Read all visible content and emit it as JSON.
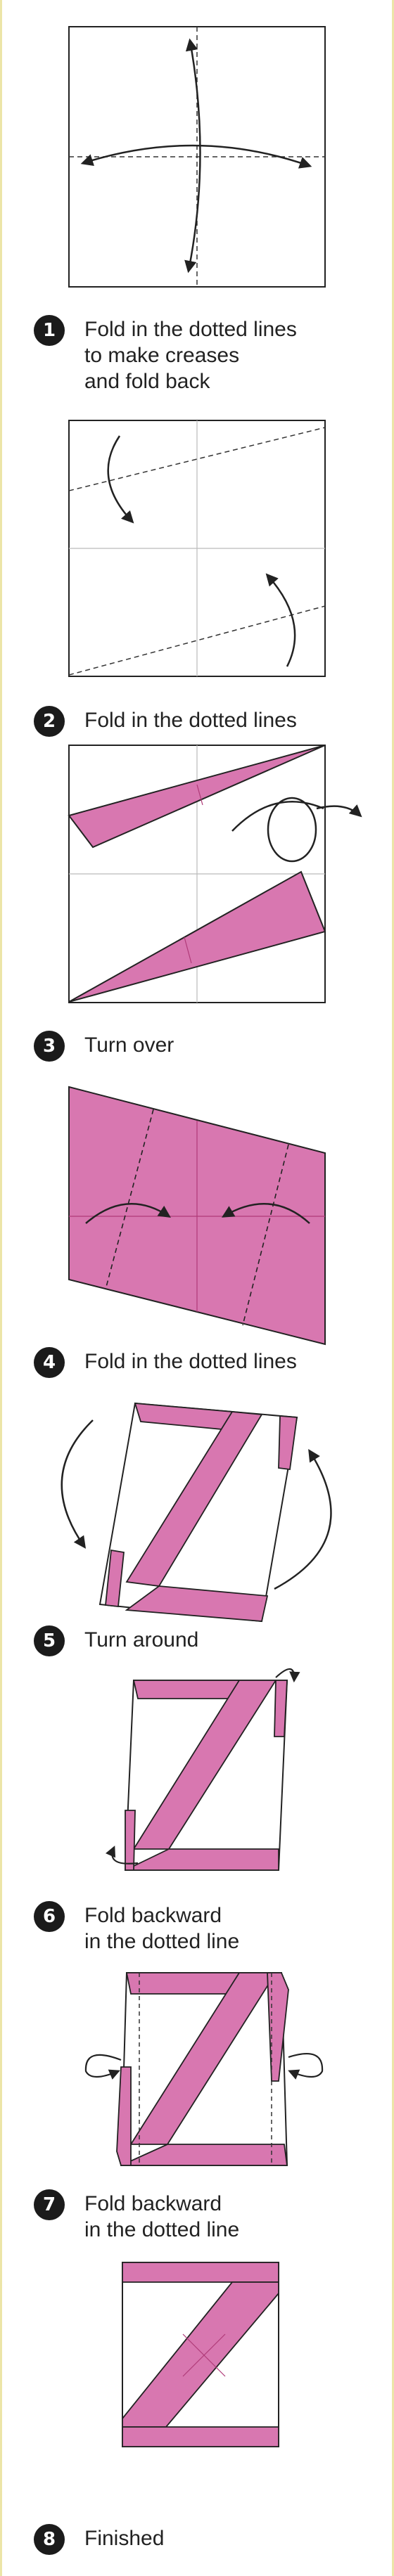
{
  "steps": [
    {
      "number": "1",
      "text": "Fold in the dotted lines\nto make creases\nand fold back"
    },
    {
      "number": "2",
      "text": "Fold in the dotted lines"
    },
    {
      "number": "3",
      "text": "Turn over"
    },
    {
      "number": "4",
      "text": "Fold in the dotted lines"
    },
    {
      "number": "5",
      "text": "Turn around"
    },
    {
      "number": "6",
      "text": "Fold backward\nin the dotted line"
    },
    {
      "number": "7",
      "text": "Fold backward\nin the dotted line"
    },
    {
      "number": "8",
      "text": "Finished"
    }
  ],
  "colors": {
    "paper_pink": "#d877b0",
    "paper_white": "#ffffff",
    "crease_pink": "#b03a78",
    "outline": "#222222",
    "badge": "#1b1b1b"
  },
  "icons": [
    "arrow-icon",
    "turn-over-icon"
  ]
}
